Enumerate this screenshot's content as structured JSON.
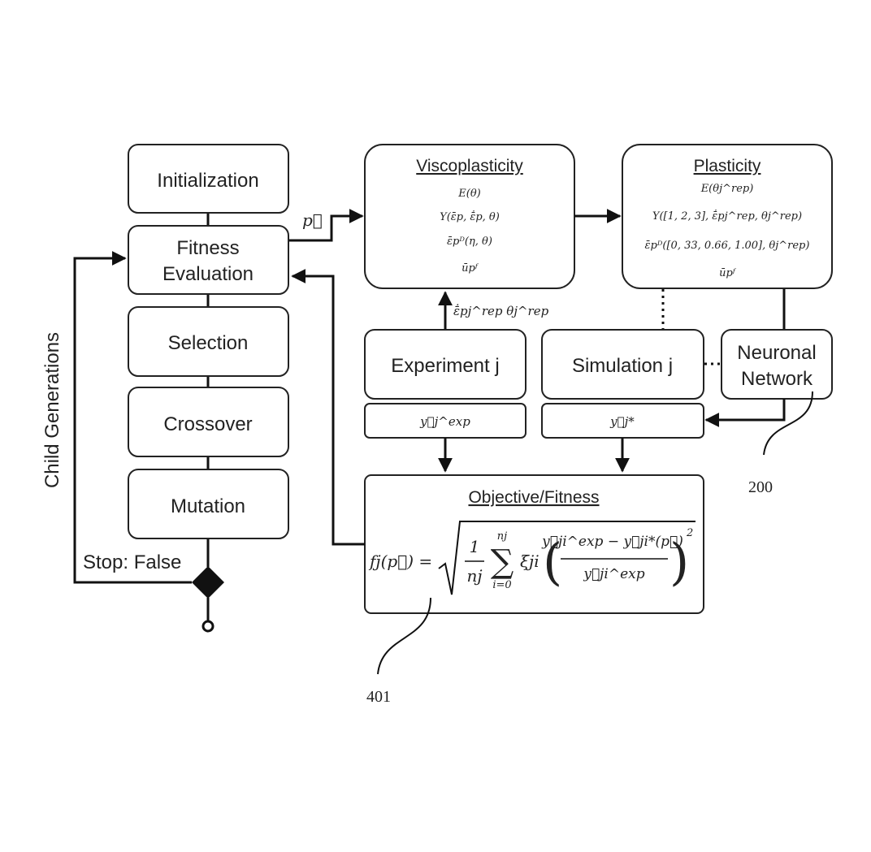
{
  "pipeline": {
    "initialization": "Initialization",
    "fitness_line1": "Fitness",
    "fitness_line2": "Evaluation",
    "selection": "Selection",
    "crossover": "Crossover",
    "mutation": "Mutation",
    "stop_label": "Stop: False",
    "loop_label": "Child Generations",
    "param_vector": "p⃗"
  },
  "viscoplasticity": {
    "title": "Viscoplasticity",
    "eq1": "E(θ)",
    "eq2": "Y(ε̄p, ε̄̇p, θ)",
    "eq3": "ε̄pᴰ(η, θ)",
    "eq4": "ūpᶠ"
  },
  "plasticity": {
    "title": "Plasticity",
    "eq1": "E(θj^rep)",
    "eq2": "Y([1, 2, 3], ε̄̇pj^rep, θj^rep)",
    "eq3": "ε̄pᴰ([0, 33, 0.66, 1.00], θj^rep)",
    "eq4": "ūpᶠ"
  },
  "experiment": {
    "label": "Experiment j",
    "input_label": "ε̄̇pj^rep θj^rep",
    "output": "y⃗j^exp"
  },
  "simulation": {
    "label": "Simulation j",
    "output": "y⃗j*"
  },
  "neuronal": {
    "line1": "Neuronal",
    "line2": "Network",
    "ref": "200"
  },
  "objective": {
    "title": "Objective/Fitness",
    "lhs": "fj(p⃗) =",
    "frac_num": "1",
    "frac_den": "nj",
    "sum_top": "nj",
    "sum_bot": "i=0",
    "xi": "ξji",
    "inner_num": "y⃗ji^exp − y⃗ji*(p⃗)",
    "inner_den": "y⃗ji^exp",
    "exponent": "2",
    "ref": "401"
  }
}
